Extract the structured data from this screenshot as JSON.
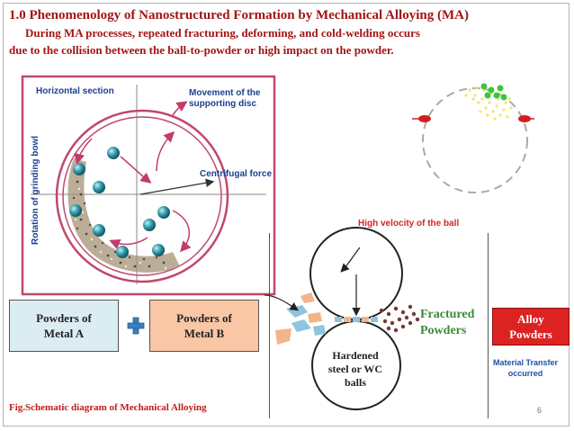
{
  "slide": {
    "title": "1.0 Phenomenology of Nanostructured Formation by Mechanical Alloying (MA)",
    "description_line1": "During MA processes,  repeated fracturing, deforming, and cold-welding occurs",
    "description_line2": "due to the collision between the ball-to-powder or high impact on the powder.",
    "page_number": "6"
  },
  "schematic": {
    "horizontal_section": "Horizontal section",
    "movement_line1": "Movement of the",
    "movement_line2": "supporting disc",
    "centrifugal_force": "Centrifugal force",
    "rotation_label": "Rotation of grinding bowl"
  },
  "boxes": {
    "metal_a_line1": "Powders of",
    "metal_a_line2": "Metal A",
    "metal_b_line1": "Powders of",
    "metal_b_line2": "Metal B",
    "alloy_line1": "Alloy",
    "alloy_line2": "Powders"
  },
  "collision": {
    "high_velocity": "High velocity of the ball",
    "fractured_line1": "Fractured",
    "fractured_line2": "Powders",
    "hardened_line1": "Hardened",
    "hardened_line2": "steel or WC",
    "hardened_line3": "balls",
    "material_line1": "Material Transfer",
    "material_line2": "occurred"
  },
  "caption": "Fig.Schematic diagram of Mechanical Alloying",
  "colors": {
    "title_red": "#a31414",
    "frame_border": "#c0486b",
    "ball_teal": "#2a8a9c",
    "metal_a_fill": "#dcecf3",
    "metal_b_fill": "#f9c6a6",
    "alloy_fill": "#dd2222",
    "fractured_green": "#3c8a3c",
    "material_blue": "#1f4fa6"
  },
  "icons": {
    "plus": "plus-icon"
  }
}
